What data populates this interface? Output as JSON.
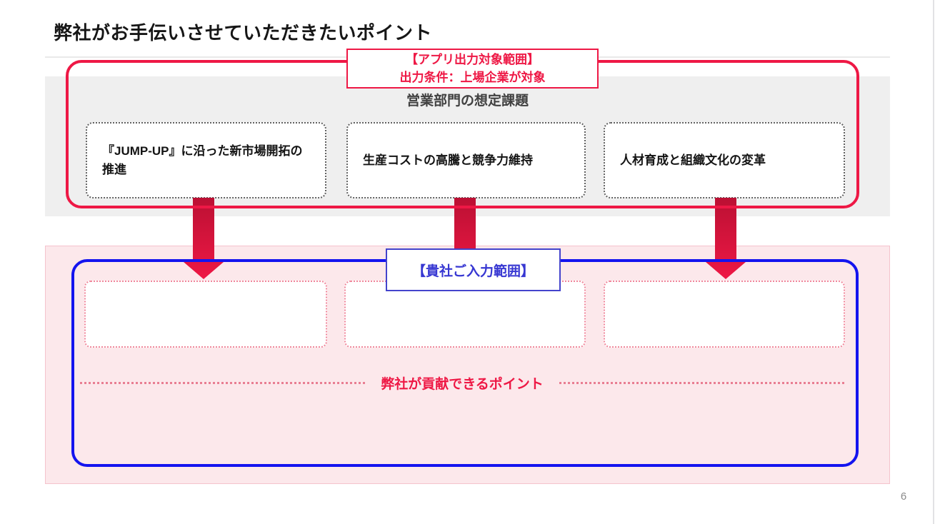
{
  "slide": {
    "title": "弊社がお手伝いさせていただきたいポイント",
    "page_number": "6"
  },
  "top_section": {
    "scope_label_line1": "【アプリ出力対象範囲】",
    "scope_label_line2": "出力条件：上場企業が対象",
    "heading": "営業部門の想定課題",
    "cards": [
      {
        "label": "『JUMP-UP』に沿った新市場開拓の推進"
      },
      {
        "label": "生産コストの高騰と競争力維持"
      },
      {
        "label": "人材育成と組織文化の変革"
      }
    ]
  },
  "bottom_section": {
    "scope_label": "【貴社ご入力範囲】",
    "contribution_heading": "弊社が貢献できるポイント",
    "input_cards": [
      {
        "label": ""
      },
      {
        "label": ""
      },
      {
        "label": ""
      }
    ]
  },
  "colors": {
    "accent_red": "#ee1845",
    "arrow_red_dark": "#bb1033",
    "accent_blue": "#1414ef",
    "label_blue": "#3737d2",
    "gray_band_bg": "#efefef",
    "pink_band_bg": "#fce8eb",
    "pink_dotted_border": "#f0889c",
    "divider_dot_red": "#e97e92"
  }
}
